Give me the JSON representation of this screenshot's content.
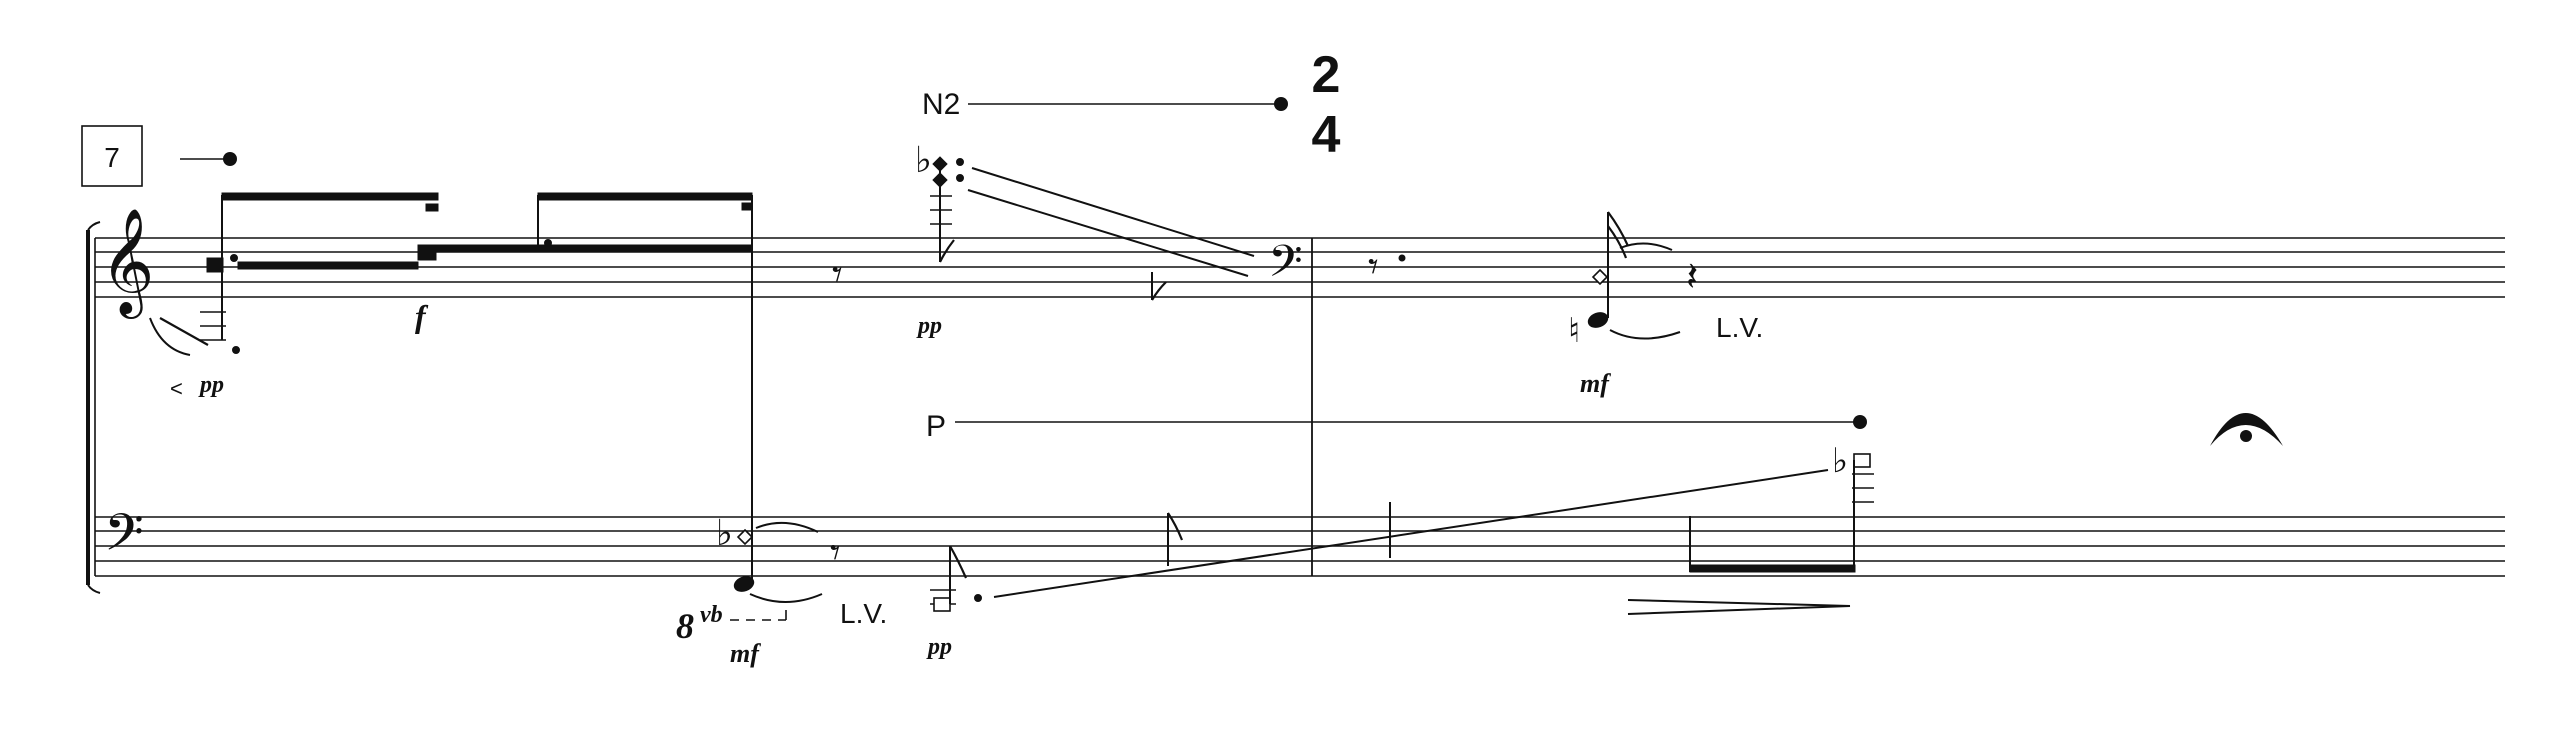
{
  "score": {
    "rehearsal_mark": "7",
    "technique_top": "N2",
    "technique_bottom": "P",
    "time_signature": {
      "numerator": "2",
      "denominator": "4"
    },
    "octave_marking": "8",
    "octave_suffix": "vb",
    "dynamics": {
      "upper_pp": "pp",
      "upper_f": "f",
      "upper_pp_second": "pp",
      "upper_mf": "mf",
      "lower_mf": "mf",
      "lower_pp": "pp"
    },
    "lv_upper": "L.V.",
    "lv_lower": "L.V.",
    "hairpin_small": "<",
    "colors": {
      "ink": "#111111",
      "paper": "#ffffff"
    },
    "icons": {
      "treble_clef": "treble-clef-icon",
      "bass_clef": "bass-clef-icon",
      "flat": "flat-icon",
      "natural": "natural-icon",
      "fermata": "fermata-icon",
      "eighth_rest": "eighth-rest-icon",
      "quarter_rest": "quarter-rest-icon"
    }
  }
}
